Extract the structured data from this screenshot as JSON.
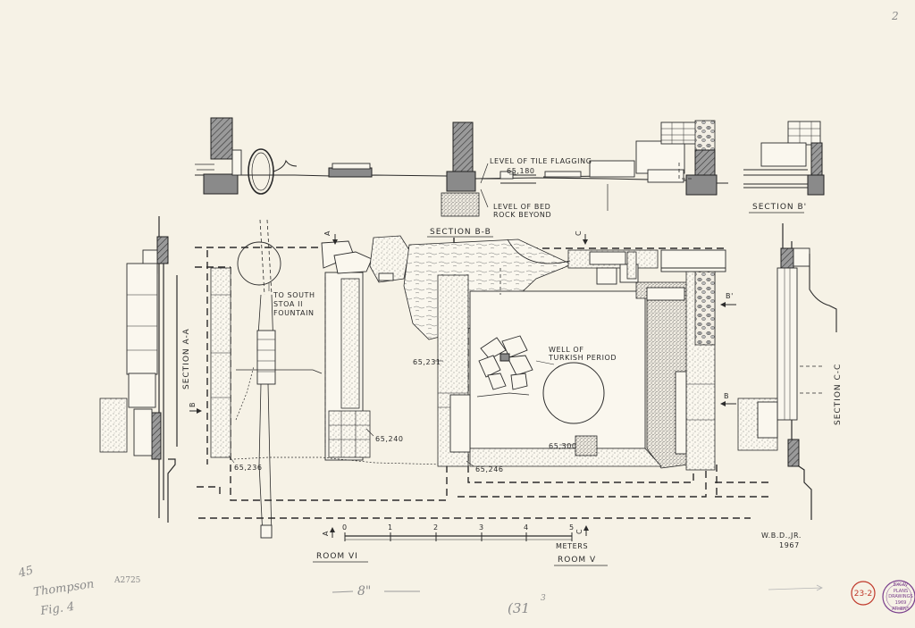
{
  "section_labels": {
    "section_bb": "SECTION B-B",
    "section_b_prime": "SECTION B'",
    "section_aa": "SECTION A-A",
    "section_cc": "SECTION C-C"
  },
  "level_labels": {
    "tile_flagging": "LEVEL OF TILE FLAGGING",
    "tile_elevation": "65,180",
    "bed_rock_line1": "LEVEL OF BED",
    "bed_rock_line2": "ROCK BEYOND"
  },
  "annotations": {
    "south_stoa_line1": "TO SOUTH",
    "south_stoa_line2": "STOA II",
    "south_stoa_line3": "FOUNTAIN",
    "well_line1": "WELL OF",
    "well_line2": "TURKISH PERIOD"
  },
  "elevations": {
    "e65231": "65,231",
    "e65240": "65,240",
    "e65236": "65,236",
    "e65246": "65,246",
    "e65300": "65,300"
  },
  "section_markers": {
    "a_top": "A",
    "a_bottom": "A",
    "b_left": "B",
    "b_right": "B",
    "b_prime": "B'",
    "c_top": "C",
    "c_bottom": "C"
  },
  "scale_bar": {
    "ticks": [
      "0",
      "1",
      "2",
      "3",
      "4",
      "5"
    ],
    "unit": "METERS"
  },
  "rooms": {
    "room_vi": "ROOM VI",
    "room_v": "ROOM V"
  },
  "credit": {
    "author": "W.B.D.,JR.",
    "year": "1967"
  },
  "marginalia": {
    "corner_number": "2",
    "catalog_code": "A2725",
    "hand_45": "45",
    "hand_thompson": "Thompson",
    "hand_fig": "Fig. 4",
    "hand_size": "8\"",
    "hand_31": "(31",
    "hand_31_sup": "3",
    "red_number": "23-2"
  },
  "stamp": {
    "line1": "EXCAV",
    "line2": "PLANS",
    "line3": "DRAWINGS",
    "line4": "1969",
    "line5": "ATHENS"
  },
  "colors": {
    "paper": "#f6f2e6",
    "ink": "#2b2b2b",
    "stamp_purple": "#7a3f8c",
    "red_circle": "#c0392b",
    "pencil": "#8a8a8a"
  }
}
